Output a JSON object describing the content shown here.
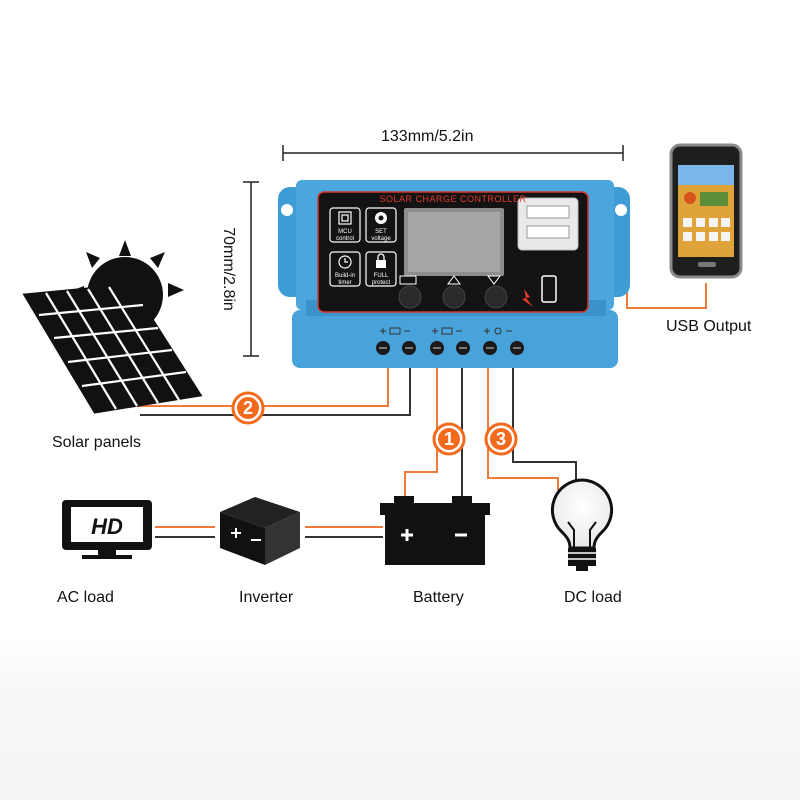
{
  "dimensions": {
    "width_label": "133mm/5.2in",
    "height_label": "70mm/2.8in"
  },
  "controller": {
    "title": "SOLAR CHARGE CONTROLLER",
    "features": [
      {
        "icon": "chip-icon",
        "line1": "MCU",
        "line2": "control"
      },
      {
        "icon": "gear-icon",
        "line1": "SET",
        "line2": "voltage"
      },
      {
        "icon": "clock-icon",
        "line1": "Build-in",
        "line2": "timer"
      },
      {
        "icon": "lock-icon",
        "line1": "FULL",
        "line2": "protect"
      }
    ],
    "buttons": [
      {
        "icon": "menu-icon"
      },
      {
        "icon": "up-icon"
      },
      {
        "icon": "down-icon"
      }
    ],
    "terminals": 6
  },
  "labels": {
    "usb_output": "USB Output",
    "solar_panels": "Solar panels",
    "ac_load": "AC load",
    "inverter": "Inverter",
    "battery": "Battery",
    "dc_load": "DC load"
  },
  "steps": {
    "one": "1",
    "two": "2",
    "three": "3"
  },
  "tv_label": "HD",
  "colors": {
    "controller_blue": "#4aa6dc",
    "panel_black": "#111111",
    "accent_red": "#e33b2a",
    "badge_orange": "#f26b1d",
    "wire_orange": "#f07a3a",
    "wire_dark": "#333333"
  }
}
